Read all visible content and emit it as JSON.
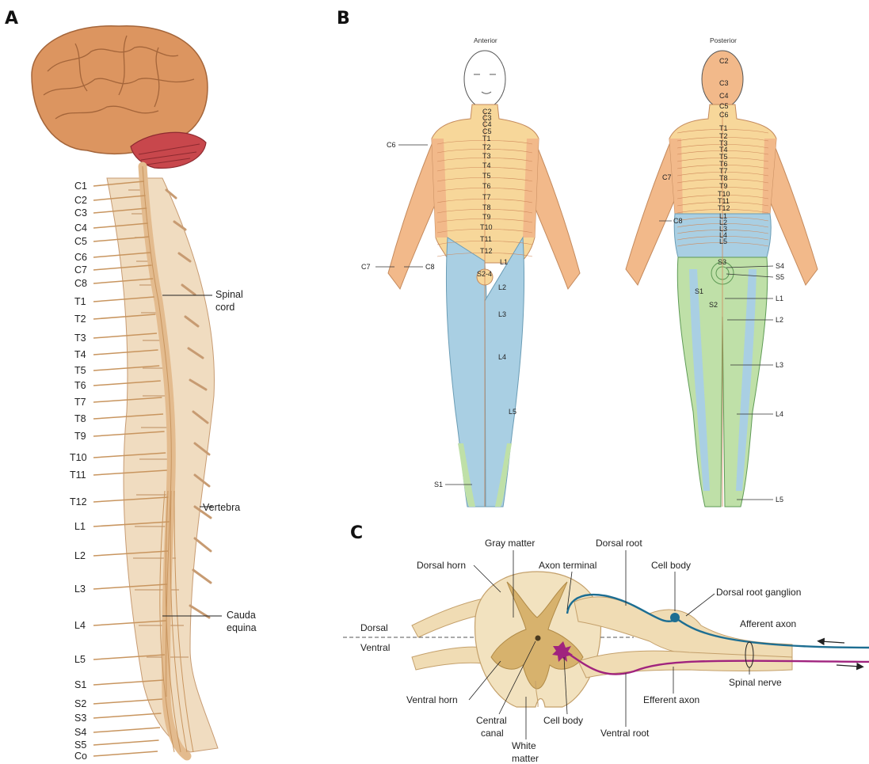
{
  "panel_a": {
    "letter": "A",
    "segments": [
      "C1",
      "C2",
      "C3",
      "C4",
      "C5",
      "C6",
      "C7",
      "C8",
      "T1",
      "T2",
      "T3",
      "T4",
      "T5",
      "T6",
      "T7",
      "T8",
      "T9",
      "T10",
      "T11",
      "T12",
      "L1",
      "L2",
      "L3",
      "L4",
      "L5",
      "S1",
      "S2",
      "S3",
      "S4",
      "S5",
      "Co"
    ],
    "callouts": {
      "spinal_cord_line1": "Spinal",
      "spinal_cord_line2": "cord",
      "vertebra": "Vertebra",
      "cauda_line1": "Cauda",
      "cauda_line2": "equina"
    }
  },
  "panel_b": {
    "letter": "B",
    "anterior_title": "Anterior",
    "posterior_title": "Posterior",
    "anterior_trunk": [
      "C2",
      "C3",
      "C4",
      "C5",
      "T1",
      "T2",
      "T3",
      "T4",
      "T5",
      "T6",
      "T7",
      "T8",
      "T9",
      "T10",
      "T11",
      "T12"
    ],
    "posterior_trunk": [
      "C2",
      "C3",
      "C4",
      "C5",
      "C6",
      "T1",
      "T2",
      "T3",
      "T4",
      "T5",
      "T6",
      "T7",
      "T8",
      "T9",
      "T10",
      "T11",
      "T12",
      "L1",
      "L2",
      "L3",
      "L4",
      "L5"
    ],
    "anterior_labels": {
      "c6": "C6",
      "c7": "C7",
      "c8": "C8",
      "l1": "L1",
      "s2_4": "S2-4",
      "l2": "L2",
      "l3": "L3",
      "l4": "L4",
      "l5": "L5",
      "s1": "S1"
    },
    "posterior_labels": {
      "c7": "C7",
      "c8": "C8",
      "s3": "S3",
      "s4": "S4",
      "s5": "S5",
      "s1": "S1",
      "s2": "S2",
      "l1": "L1",
      "l2": "L2",
      "l3": "L3",
      "l4": "L4",
      "l5": "L5"
    }
  },
  "panel_c": {
    "letter": "C",
    "labels": {
      "gray_matter": "Gray matter",
      "dorsal_root": "Dorsal root",
      "dorsal_horn": "Dorsal horn",
      "axon_terminal": "Axon terminal",
      "cell_body_top": "Cell body",
      "dorsal_root_ganglion": "Dorsal root ganglion",
      "afferent_axon": "Afferent axon",
      "dorsal": "Dorsal",
      "ventral": "Ventral",
      "spinal_nerve": "Spinal nerve",
      "ventral_horn": "Ventral horn",
      "efferent_axon": "Efferent axon",
      "central_canal_1": "Central",
      "central_canal_2": "canal",
      "cell_body_bottom": "Cell body",
      "ventral_root": "Ventral root",
      "white_matter_1": "White",
      "white_matter_2": "matter"
    }
  },
  "colors": {
    "skin_orange": "#f2b98a",
    "cervical_thoracic": "#f7d79a",
    "lumbar_blue": "#a9cfe3",
    "sacral_green": "#bfe0a8",
    "brain": "#d98f5a",
    "cerebellum": "#c8474c",
    "bone": "#f0dcc0",
    "cord": "#e8c49a",
    "afferent": "#1d6e92",
    "efferent": "#a0237e"
  }
}
